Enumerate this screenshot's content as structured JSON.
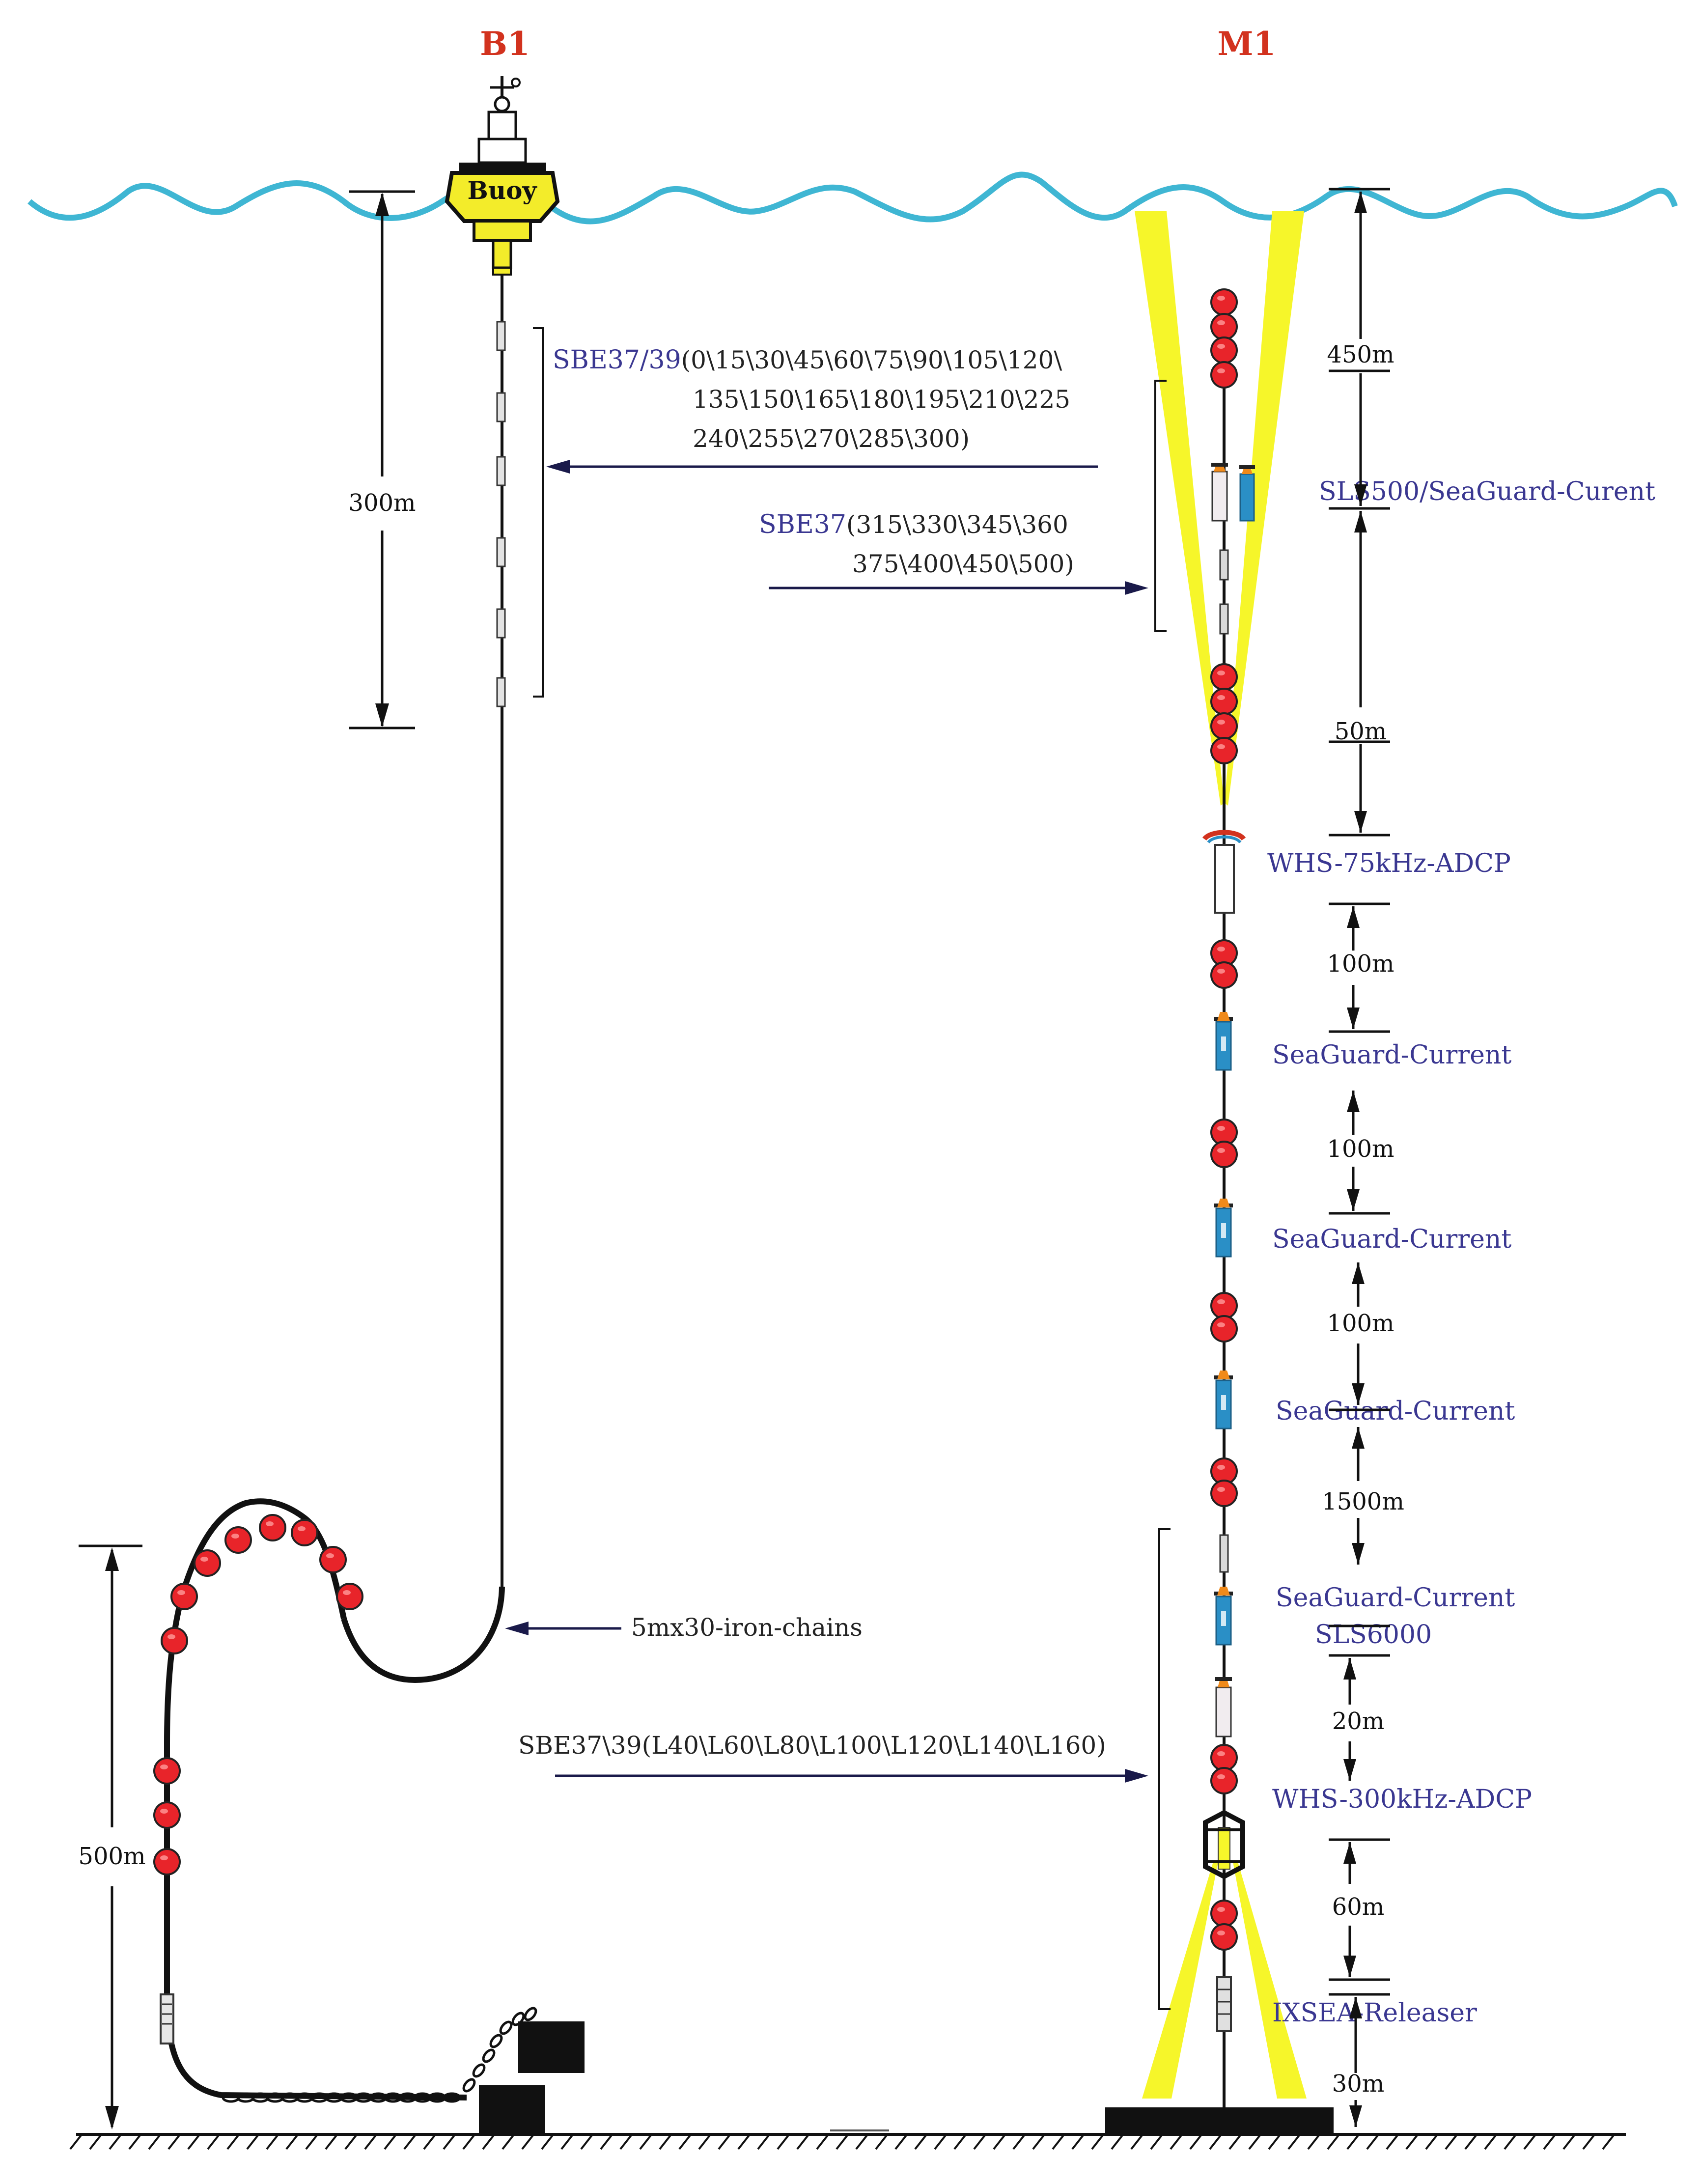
{
  "moorings": {
    "b1": {
      "title": "B1",
      "buoy_label": "Buoy",
      "depth_top": "300m",
      "depth_bottom": "500m"
    },
    "m1": {
      "title": "M1"
    }
  },
  "annotations": {
    "sbe_upper": {
      "name": "SBE37/39",
      "lines": [
        "(0\\15\\30\\45\\60\\75\\90\\105\\120\\",
        "135\\150\\165\\180\\195\\210\\225",
        "240\\255\\270\\285\\300)"
      ]
    },
    "sbe_mid": {
      "name": "SBE37",
      "lines": [
        "(315\\330\\345\\360",
        "375\\400\\450\\500)"
      ]
    },
    "chains": "5mx30-iron-chains",
    "sbe_lower": "SBE37\\39(L40\\L60\\L80\\L100\\L120\\L140\\L160)"
  },
  "m1_instruments": [
    "SLS500/SeaGuard-Curent",
    "WHS-75kHz-ADCP",
    "SeaGuard-Current",
    "SeaGuard-Current",
    "SeaGuard-Current",
    "SeaGuard-Current",
    "SLS6000",
    "WHS-300kHz-ADCP",
    "IXSEA-Releaser"
  ],
  "m1_spacings": [
    "450m",
    "50m",
    "100m",
    "100m",
    "100m",
    "1500m",
    "20m",
    "60m",
    "30m"
  ],
  "colors": {
    "sea": "#3fb6d3",
    "float": "#e8242a",
    "beam": "#f6f62a",
    "label_blue": "#3a3791",
    "title_red": "#d2321e",
    "seaguard": "#2a8fc6",
    "buoy_yellow": "#f3ec2a"
  }
}
